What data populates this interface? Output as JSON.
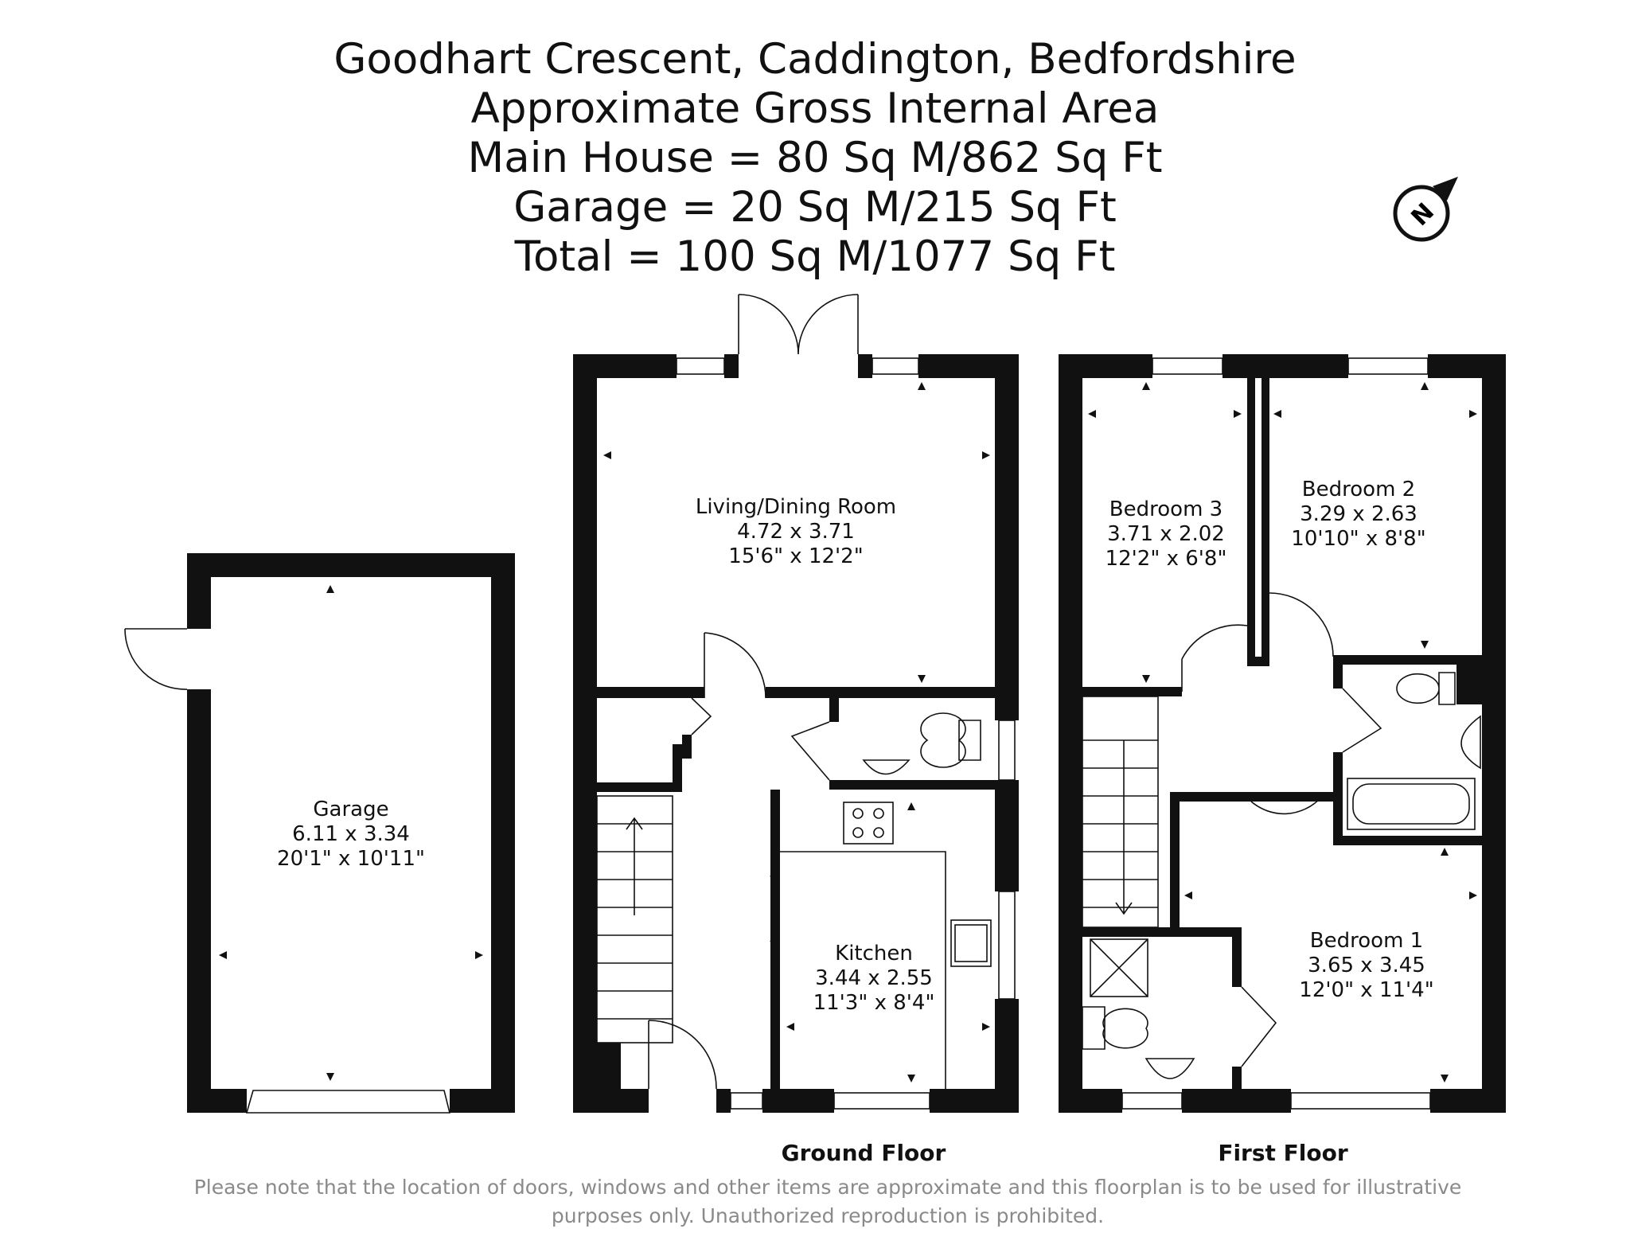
{
  "header": {
    "lines": [
      "Goodhart Crescent, Caddington, Bedfordshire",
      "Approximate Gross Internal Area",
      "Main House = 80 Sq M/862 Sq Ft",
      "Garage = 20 Sq M/215 Sq Ft",
      "Total = 100 Sq M/1077 Sq Ft"
    ]
  },
  "compass": {
    "letter": "N"
  },
  "rooms": {
    "garage": {
      "name": "Garage",
      "metric": "6.11 x 3.34",
      "imperial": "20'1\" x 10'11\""
    },
    "living": {
      "name": "Living/Dining Room",
      "metric": "4.72 x 3.71",
      "imperial": "15'6\" x 12'2\""
    },
    "kitchen": {
      "name": "Kitchen",
      "metric": "3.44 x 2.55",
      "imperial": "11'3\" x 8'4\""
    },
    "bedroom3": {
      "name": "Bedroom 3",
      "metric": "3.71 x 2.02",
      "imperial": "12'2\" x 6'8\""
    },
    "bedroom2": {
      "name": "Bedroom 2",
      "metric": "3.29 x 2.63",
      "imperial": "10'10\" x 8'8\""
    },
    "bedroom1": {
      "name": "Bedroom 1",
      "metric": "3.65 x 3.45",
      "imperial": "12'0\" x 11'4\""
    }
  },
  "floors": {
    "ground": "Ground Floor",
    "first": "First Floor"
  },
  "disclaimer": {
    "line1": "Please note that the location of doors, windows and other items are approximate and this floorplan is to be used for illustrative",
    "line2": "purposes only. Unauthorized reproduction is prohibited."
  }
}
